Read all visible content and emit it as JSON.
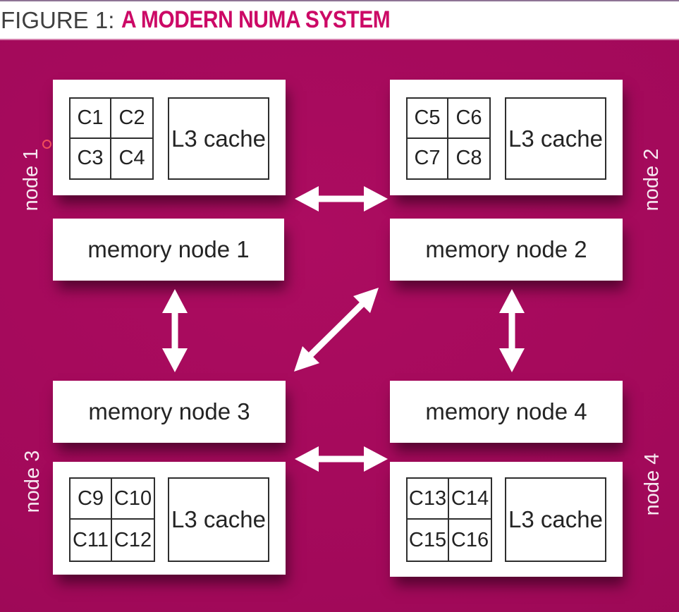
{
  "title": {
    "prefix": "FIGURE 1:",
    "main": "A MODERN NUMA SYSTEM"
  },
  "colors": {
    "background_magenta": "#a2095a",
    "title_accent": "#cc0966",
    "title_prefix_gray": "#3f3f3f",
    "box_white": "#ffffff",
    "box_border": "#2e2e2e",
    "node_label_text": "#f6e8f0",
    "top_edge_line": "#8e7395",
    "arrow_white": "#ffffff"
  },
  "nodes": [
    {
      "id": "node1",
      "label": "node 1",
      "cores": [
        "C1",
        "C2",
        "C3",
        "C4"
      ],
      "cache": "L3 cache",
      "memory": "memory node 1"
    },
    {
      "id": "node2",
      "label": "node 2",
      "cores": [
        "C5",
        "C6",
        "C7",
        "C8"
      ],
      "cache": "L3 cache",
      "memory": "memory node 2"
    },
    {
      "id": "node3",
      "label": "node 3",
      "cores": [
        "C9",
        "C10",
        "C11",
        "C12"
      ],
      "cache": "L3 cache",
      "memory": "memory node 3"
    },
    {
      "id": "node4",
      "label": "node 4",
      "cores": [
        "C13",
        "C14",
        "C15",
        "C16"
      ],
      "cache": "L3 cache",
      "memory": "memory node 4"
    }
  ],
  "connections": [
    {
      "from": "node1-cpu",
      "to": "node2-cpu",
      "style": "double-arrow"
    },
    {
      "from": "memory-node-1",
      "to": "memory-node-3",
      "style": "double-arrow"
    },
    {
      "from": "memory-node-2",
      "to": "memory-node-4",
      "style": "double-arrow"
    },
    {
      "from": "memory-node-3",
      "to": "memory-node-2",
      "style": "double-arrow"
    },
    {
      "from": "node3-region",
      "to": "node4-region",
      "style": "double-arrow"
    }
  ]
}
